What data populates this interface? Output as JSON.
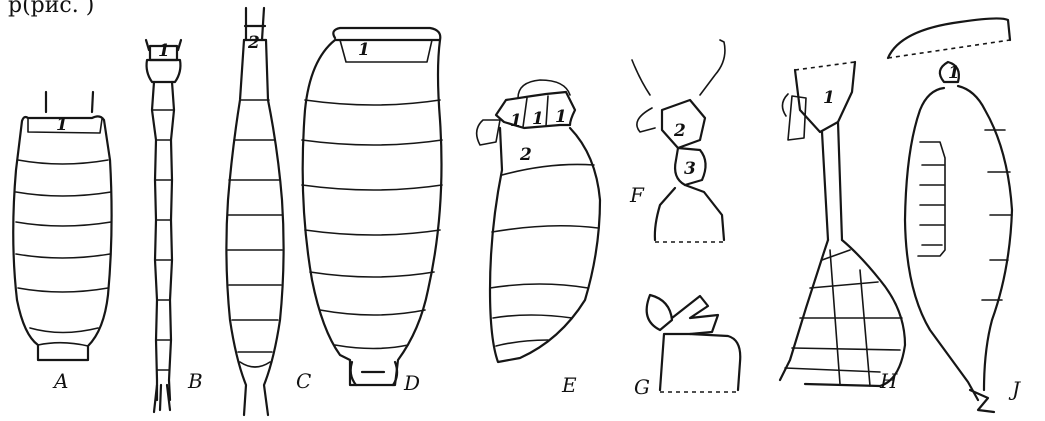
{
  "header_fragment": "р(рис. )",
  "panels": [
    {
      "letter": "A",
      "segments": [
        "1"
      ]
    },
    {
      "letter": "B",
      "segments": [
        "1"
      ]
    },
    {
      "letter": "C",
      "segments": [
        "2"
      ]
    },
    {
      "letter": "D",
      "segments": [
        "1"
      ]
    },
    {
      "letter": "E",
      "segments": [
        "1",
        "1",
        "1",
        "2"
      ]
    },
    {
      "letter": "F",
      "segments": [
        "2",
        "3"
      ]
    },
    {
      "letter": "G",
      "segments": []
    },
    {
      "letter": "H",
      "segments": [
        "1"
      ]
    },
    {
      "letter": "J",
      "segments": [
        "1"
      ]
    }
  ]
}
